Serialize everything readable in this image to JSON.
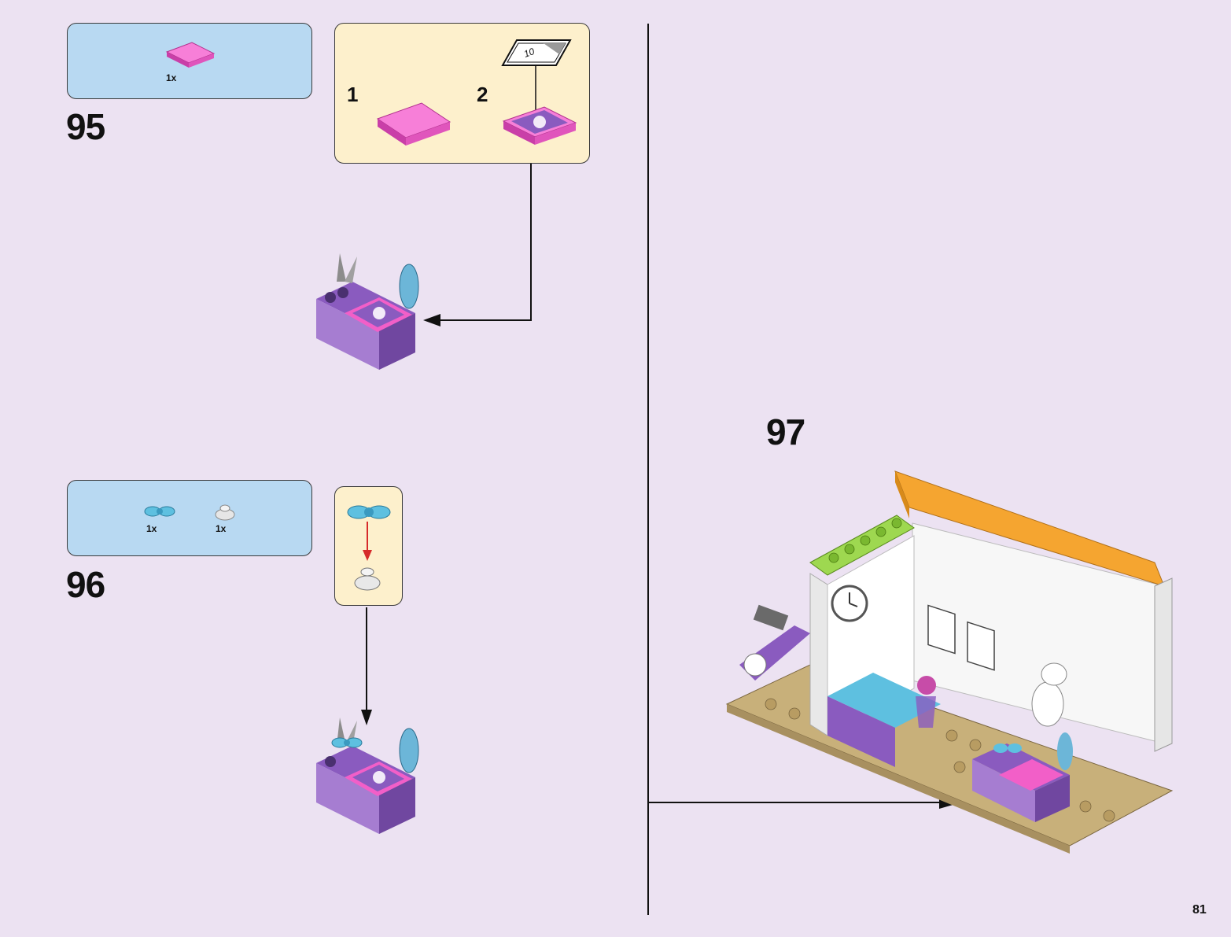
{
  "page": {
    "number": "81"
  },
  "steps": [
    {
      "number": "95",
      "parts": [
        {
          "name": "pink-tile-2x2",
          "qty": "1x",
          "color": "#f25fc8"
        }
      ],
      "substeps": [
        "1",
        "2"
      ],
      "sticker_number": "10"
    },
    {
      "number": "96",
      "parts": [
        {
          "name": "light-blue-bow",
          "qty": "1x",
          "color": "#5ec0e0"
        },
        {
          "name": "transparent-round-plate",
          "qty": "1x",
          "color": "#e6e6e6"
        }
      ]
    },
    {
      "number": "97"
    }
  ],
  "colors": {
    "background": "#ece2f2",
    "parts_box": "#b8d9f2",
    "substep_box": "#fdf0cc",
    "pink": "#f25fc8",
    "purple": "#8a5bbf",
    "arrow_red": "#d62a2a"
  }
}
